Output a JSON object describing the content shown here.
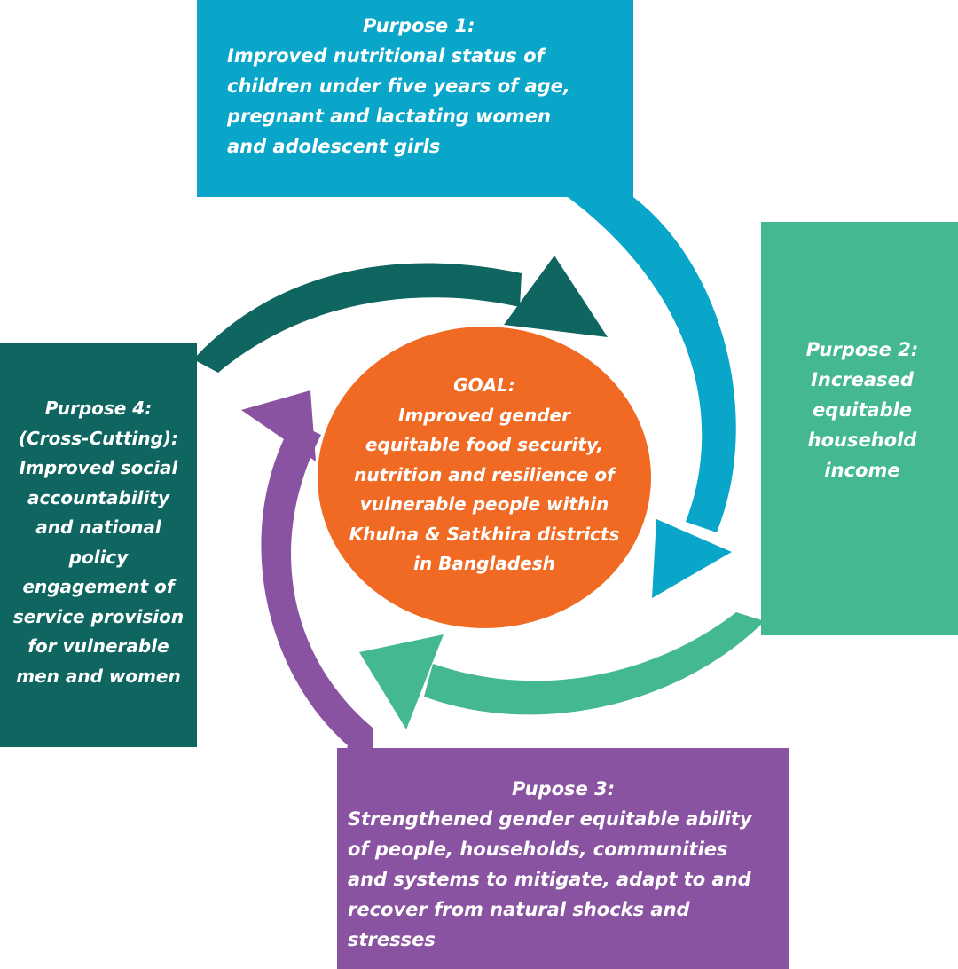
{
  "colors": {
    "purpose1": "#0aa6c9",
    "purpose2": "#44b991",
    "purpose3": "#8a53a1",
    "purpose4": "#0f6660",
    "goal": "#f06a23",
    "text": "#ffffff",
    "background": "#ffffff"
  },
  "purpose1": {
    "title": "Purpose 1:",
    "lines": [
      "Improved nutritional status of",
      "children under five years of age,",
      "pregnant and lactating women",
      "and adolescent girls"
    ]
  },
  "purpose2": {
    "title": "Purpose 2:",
    "lines": [
      "Increased",
      "equitable",
      "household",
      "income"
    ]
  },
  "purpose3": {
    "title": "Pupose 3:",
    "lines": [
      "Strengthened gender equitable ability",
      "of people, households, communities",
      "and systems to mitigate, adapt to and",
      "recover from natural shocks and",
      "stresses"
    ]
  },
  "purpose4": {
    "title": "Purpose 4:",
    "lines": [
      "(Cross-Cutting):",
      "Improved social",
      "accountability",
      "and national",
      "policy",
      "engagement of",
      "service provision",
      "for vulnerable",
      "men and women"
    ]
  },
  "goal": {
    "title": "GOAL:",
    "lines": [
      "Improved gender",
      "equitable food security,",
      "nutrition and resilience of",
      "vulnerable people within",
      "Khulna & Satkhira districts",
      "in Bangladesh"
    ]
  }
}
